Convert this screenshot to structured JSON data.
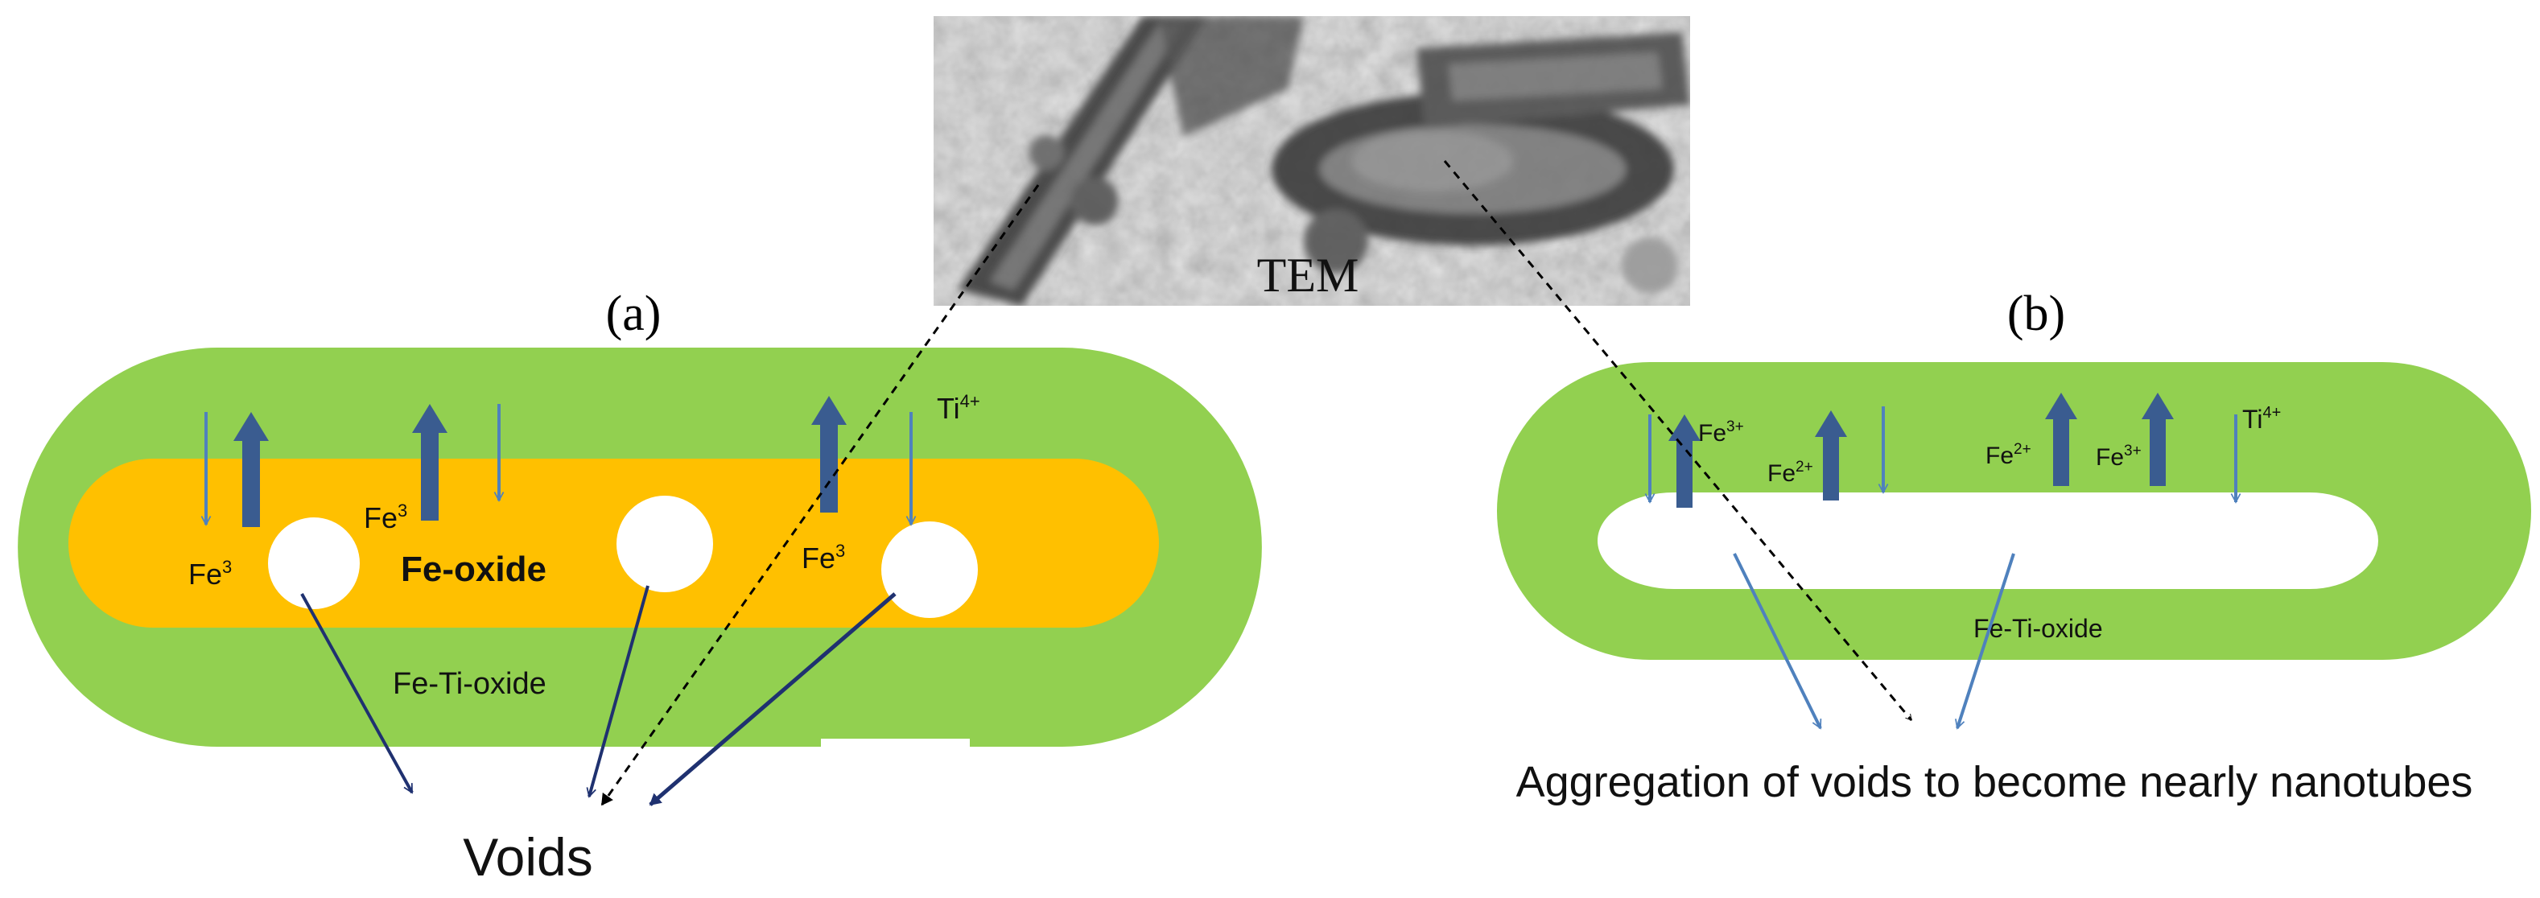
{
  "tem_panel": {
    "label": "TEM"
  },
  "panel_a": {
    "label": "(a)",
    "inner_label": "Fe-oxide",
    "outer_label": "Fe-Ti-oxide",
    "ion_left": "Fe",
    "ion_left_sup": "3",
    "ion_mid": "Fe",
    "ion_mid_sup": "3",
    "ion_right": "Fe",
    "ion_right_sup": "3",
    "ion_ti": "Ti",
    "ion_ti_sup": "4+",
    "caption": "Voids"
  },
  "panel_b": {
    "label": "(b)",
    "outer_label": "Fe-Ti-oxide",
    "ion_1": "Fe",
    "ion_1_sup": "3+",
    "ion_2": "Fe",
    "ion_2_sup": "2+",
    "ion_3": "Fe",
    "ion_3_sup": "2+",
    "ion_4": "Fe",
    "ion_4_sup": "3+",
    "ion_ti": "Ti",
    "ion_ti_sup": "4+",
    "caption": "Aggregation of voids to become nearly nanotubes"
  },
  "colors": {
    "shell_green": "#92d050",
    "core_orange": "#ffc000",
    "up_arrow_blue": "#3a5c90",
    "down_arrow_blue": "#4f81bd",
    "void_arrow_navy": "#1f3170"
  }
}
